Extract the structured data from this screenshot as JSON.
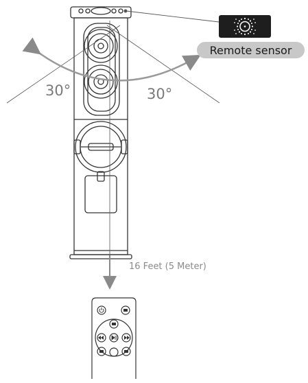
{
  "labels": {
    "angle_left": "30°",
    "angle_right": "30°",
    "remote_sensor": "Remote sensor",
    "distance": "16 Feet (5 Meter)"
  },
  "icons": {
    "sensor": "sun-icon",
    "power": "power-icon",
    "skip_back": "skip-back-icon",
    "play_pause": "play-pause-icon",
    "skip_forward": "skip-forward-icon"
  },
  "colors": {
    "line": "#333333",
    "arrow_gray": "#9a9a9a",
    "label_pill": "#c8c8c8",
    "sensor_box": "#1e1e1e"
  }
}
